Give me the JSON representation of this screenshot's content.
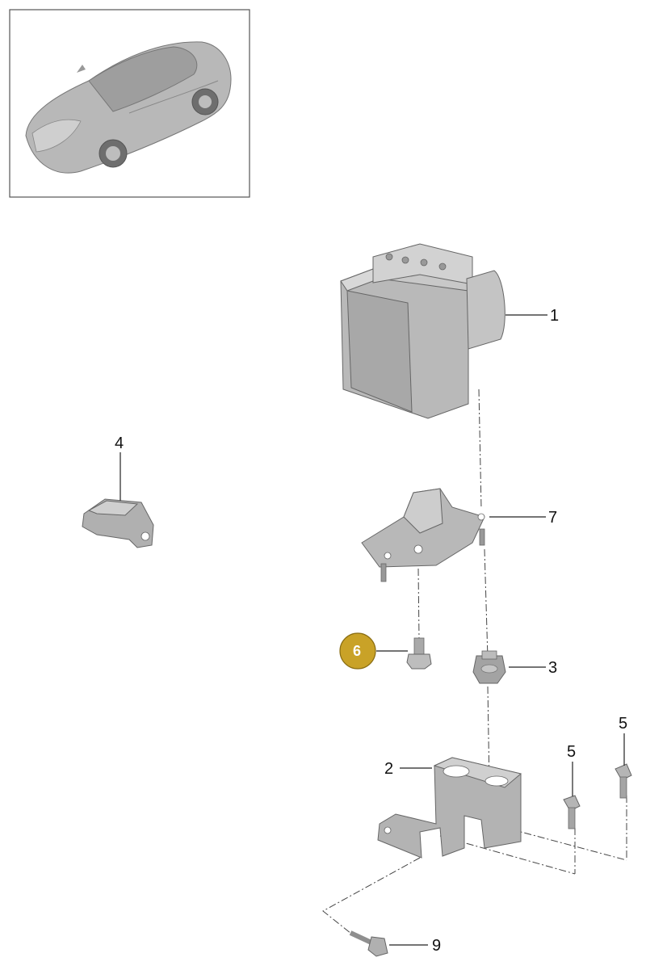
{
  "callouts": [
    {
      "id": "1",
      "text": "1",
      "highlighted": false
    },
    {
      "id": "2",
      "text": "2",
      "highlighted": false
    },
    {
      "id": "3",
      "text": "3",
      "highlighted": false
    },
    {
      "id": "4",
      "text": "4",
      "highlighted": false
    },
    {
      "id": "5a",
      "text": "5",
      "highlighted": false
    },
    {
      "id": "5b",
      "text": "5",
      "highlighted": false
    },
    {
      "id": "6",
      "text": "6",
      "highlighted": true
    },
    {
      "id": "7",
      "text": "7",
      "highlighted": false
    },
    {
      "id": "9",
      "text": "9",
      "highlighted": false
    }
  ],
  "colors": {
    "highlight_fill": "#c9a227",
    "highlight_stroke": "#8a6d12",
    "part_light": "#d4d4d4",
    "part_mid": "#b9b9b9",
    "part_dark": "#9a9a9a",
    "line": "#222222"
  }
}
